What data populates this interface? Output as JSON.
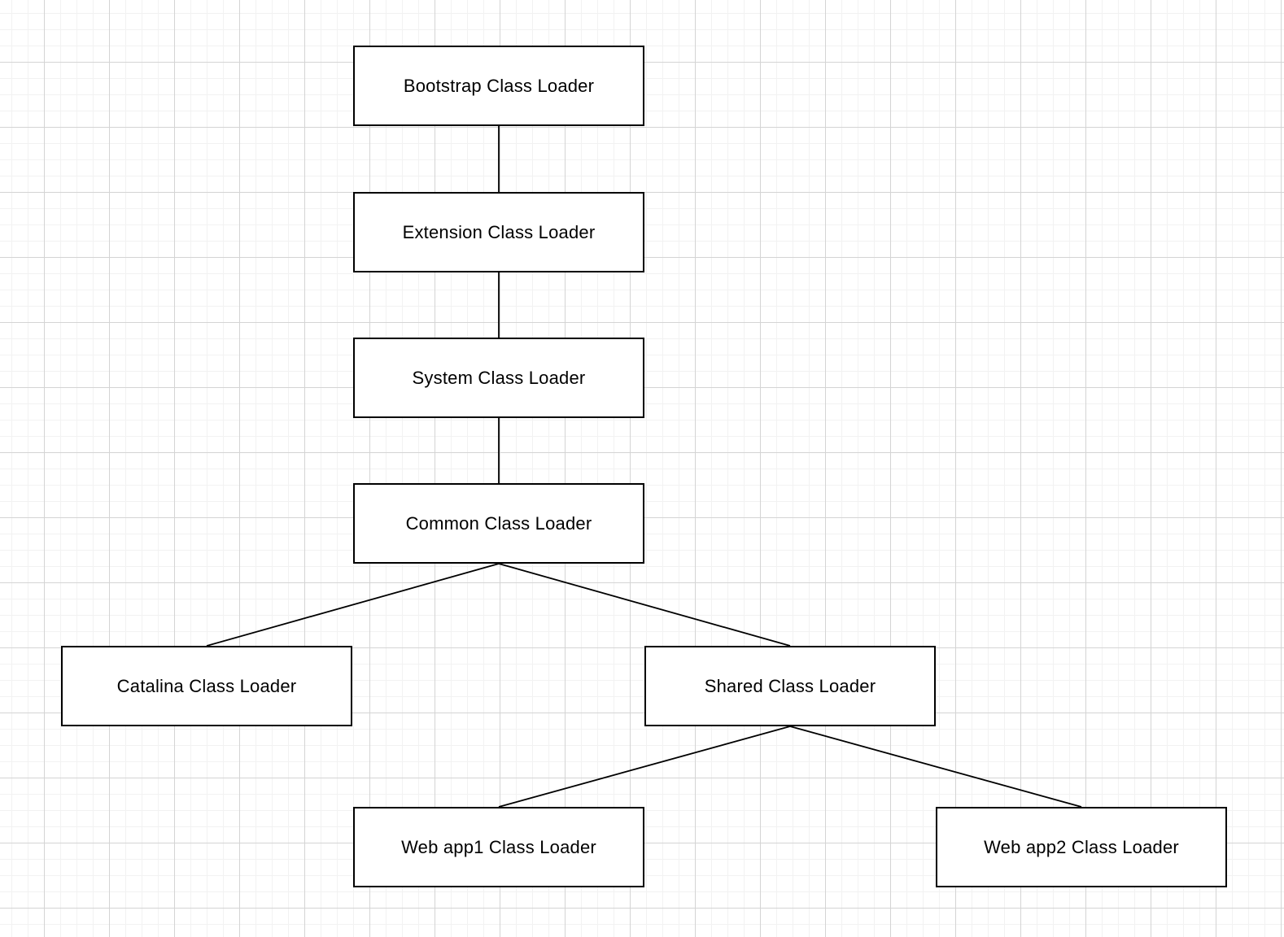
{
  "diagram": {
    "type": "flowchart",
    "nodes": [
      {
        "id": "bootstrap",
        "label": "Bootstrap Class Loader"
      },
      {
        "id": "extension",
        "label": "Extension Class Loader"
      },
      {
        "id": "system",
        "label": "System Class Loader"
      },
      {
        "id": "common",
        "label": "Common Class Loader"
      },
      {
        "id": "catalina",
        "label": "Catalina Class Loader"
      },
      {
        "id": "shared",
        "label": "Shared Class Loader"
      },
      {
        "id": "webapp1",
        "label": "Web app1 Class Loader"
      },
      {
        "id": "webapp2",
        "label": "Web app2 Class Loader"
      }
    ],
    "edges": [
      {
        "from": "bootstrap",
        "to": "extension"
      },
      {
        "from": "extension",
        "to": "system"
      },
      {
        "from": "system",
        "to": "common"
      },
      {
        "from": "common",
        "to": "catalina"
      },
      {
        "from": "common",
        "to": "shared"
      },
      {
        "from": "shared",
        "to": "webapp1"
      },
      {
        "from": "shared",
        "to": "webapp2"
      }
    ],
    "colors": {
      "canvas_bg": "#ffffff",
      "grid_minor": "#f2f2f2",
      "grid_major": "#d4d4d4",
      "node_fill": "#ffffff",
      "node_border": "#000000",
      "node_text": "#000000",
      "edge_color": "#000000"
    }
  }
}
